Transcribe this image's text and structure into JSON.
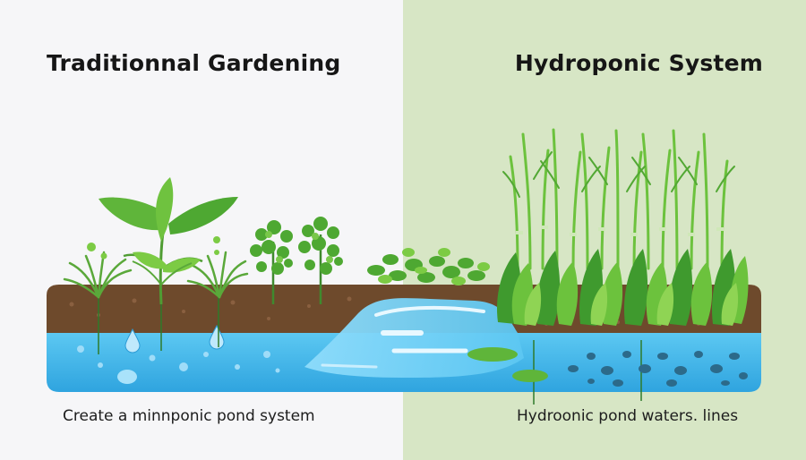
{
  "colors": {
    "left_background": "#f6f6f8",
    "right_background": "#d7e6c5",
    "soil": "#6e4a2c",
    "water": "#48b9e9",
    "leaf_light": "#7ccb44",
    "leaf_dark": "#3f9a2e"
  },
  "panels": {
    "left": {
      "title": "Traditionnal Gardening",
      "caption": "Create a minnponic pond system"
    },
    "right": {
      "title": "Hydroponic System",
      "caption": "Hydroonic pond  waters. lines"
    }
  },
  "icons": [
    "plant-icon",
    "water-drop-icon",
    "grass-icon",
    "lily-pad-icon",
    "pebble-icon"
  ]
}
